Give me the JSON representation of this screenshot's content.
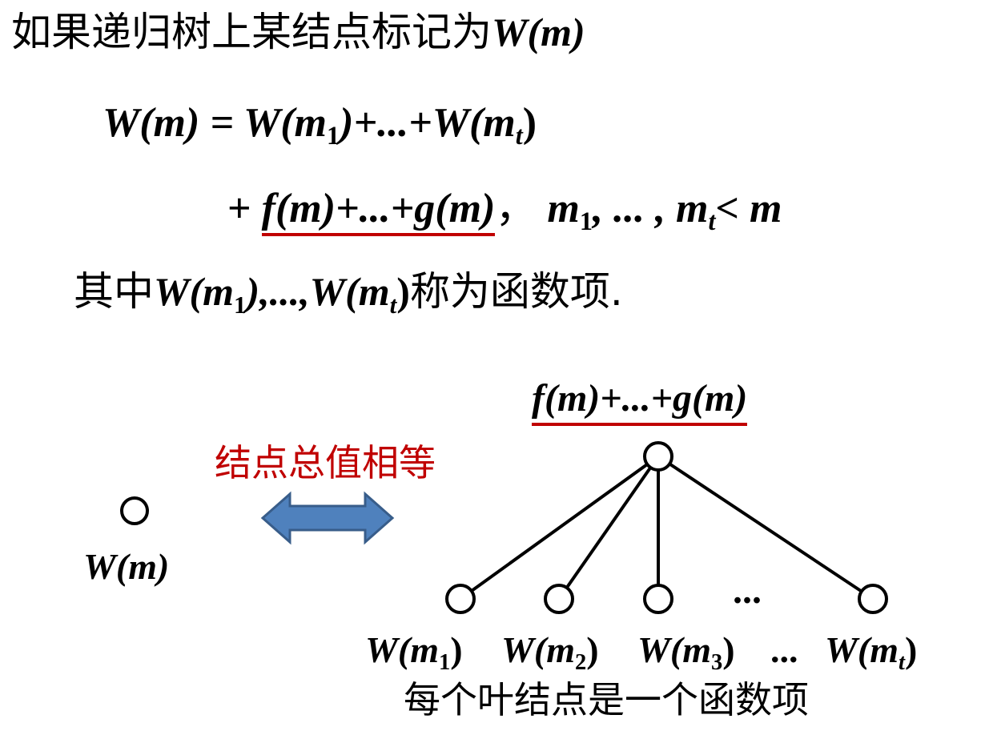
{
  "intro": {
    "text": "如果递归树上某结点标记为",
    "wm": "W(m)"
  },
  "equation": {
    "line1": {
      "lhs": "W(m) = W(m",
      "sub1": "1",
      "mid": ")+...+W(m",
      "subt": "t",
      "end": ")"
    },
    "line2": {
      "plus": "+",
      "underlined": "f(m)+...+g(m)",
      "sep": "，",
      "cond_m": "m",
      "cond_sub1": "1",
      "cond_mid": ", ... , m",
      "cond_subt": "t",
      "cond_end": "< m"
    }
  },
  "note": {
    "prefix": "其中",
    "t1": "W(m",
    "s1": "1",
    "t2": "),...,W(m",
    "s2": "t",
    "t3": ")",
    "suffix": "称为函数项."
  },
  "diagram": {
    "left_node_label": "W(m)",
    "arrow_label": "结点总值相等",
    "root_label": "f(m)+...+g(m)",
    "ellipsis_leaf": "...",
    "leaves": [
      {
        "prefix": "W(m",
        "sub": "1",
        "suffix": ")"
      },
      {
        "prefix": "W(m",
        "sub": "2",
        "suffix": ")"
      },
      {
        "prefix": "W(m",
        "sub": "3",
        "suffix": ")"
      },
      {
        "prefix": "W(m",
        "sub": "t",
        "suffix": ")"
      }
    ],
    "leaf_gap_label": "...",
    "caption": "每个叶结点是一个函数项"
  },
  "colors": {
    "accent_red": "#c00000",
    "arrow_fill": "#4f81bd",
    "arrow_stroke": "#385d8a"
  }
}
